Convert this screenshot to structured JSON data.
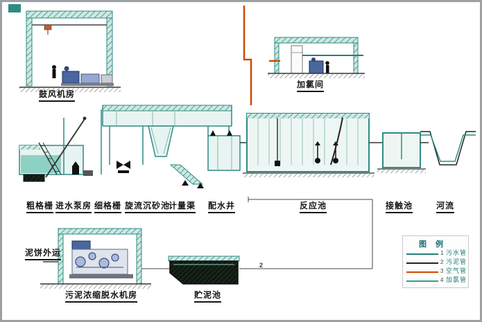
{
  "labels": {
    "blower_room": "鼓风机房",
    "chlorination_room": "加氯间",
    "coarse_screen": "粗格栅",
    "inlet_pump_house": "进水泵房",
    "fine_screen": "细格栅",
    "cyclone_grit_chamber": "旋流沉砂池",
    "metering_channel": "计量渠",
    "distribution_well": "配水井",
    "reaction_tank": "反应池",
    "contact_tank": "接触池",
    "river": "河流",
    "sludge_cake_out": "泥饼外运",
    "sludge_dewatering_room": "污泥浓缩脱水机房",
    "sludge_storage_tank": "贮泥池"
  },
  "legend": {
    "title": "图 例",
    "items": [
      {
        "num": "1",
        "label": "污水管",
        "color": "#1f8078"
      },
      {
        "num": "2",
        "label": "污泥管",
        "color": "#222222"
      },
      {
        "num": "3",
        "label": "空气管",
        "color": "#cc4a00"
      },
      {
        "num": "4",
        "label": "加氯管",
        "color": "#2fa08f"
      }
    ]
  },
  "markers": [
    {
      "num": "2"
    }
  ],
  "colors": {
    "structure": "#2e8b84",
    "water": "#8fd0c5",
    "air_pipe": "#cc4a00",
    "ink": "#222222"
  }
}
